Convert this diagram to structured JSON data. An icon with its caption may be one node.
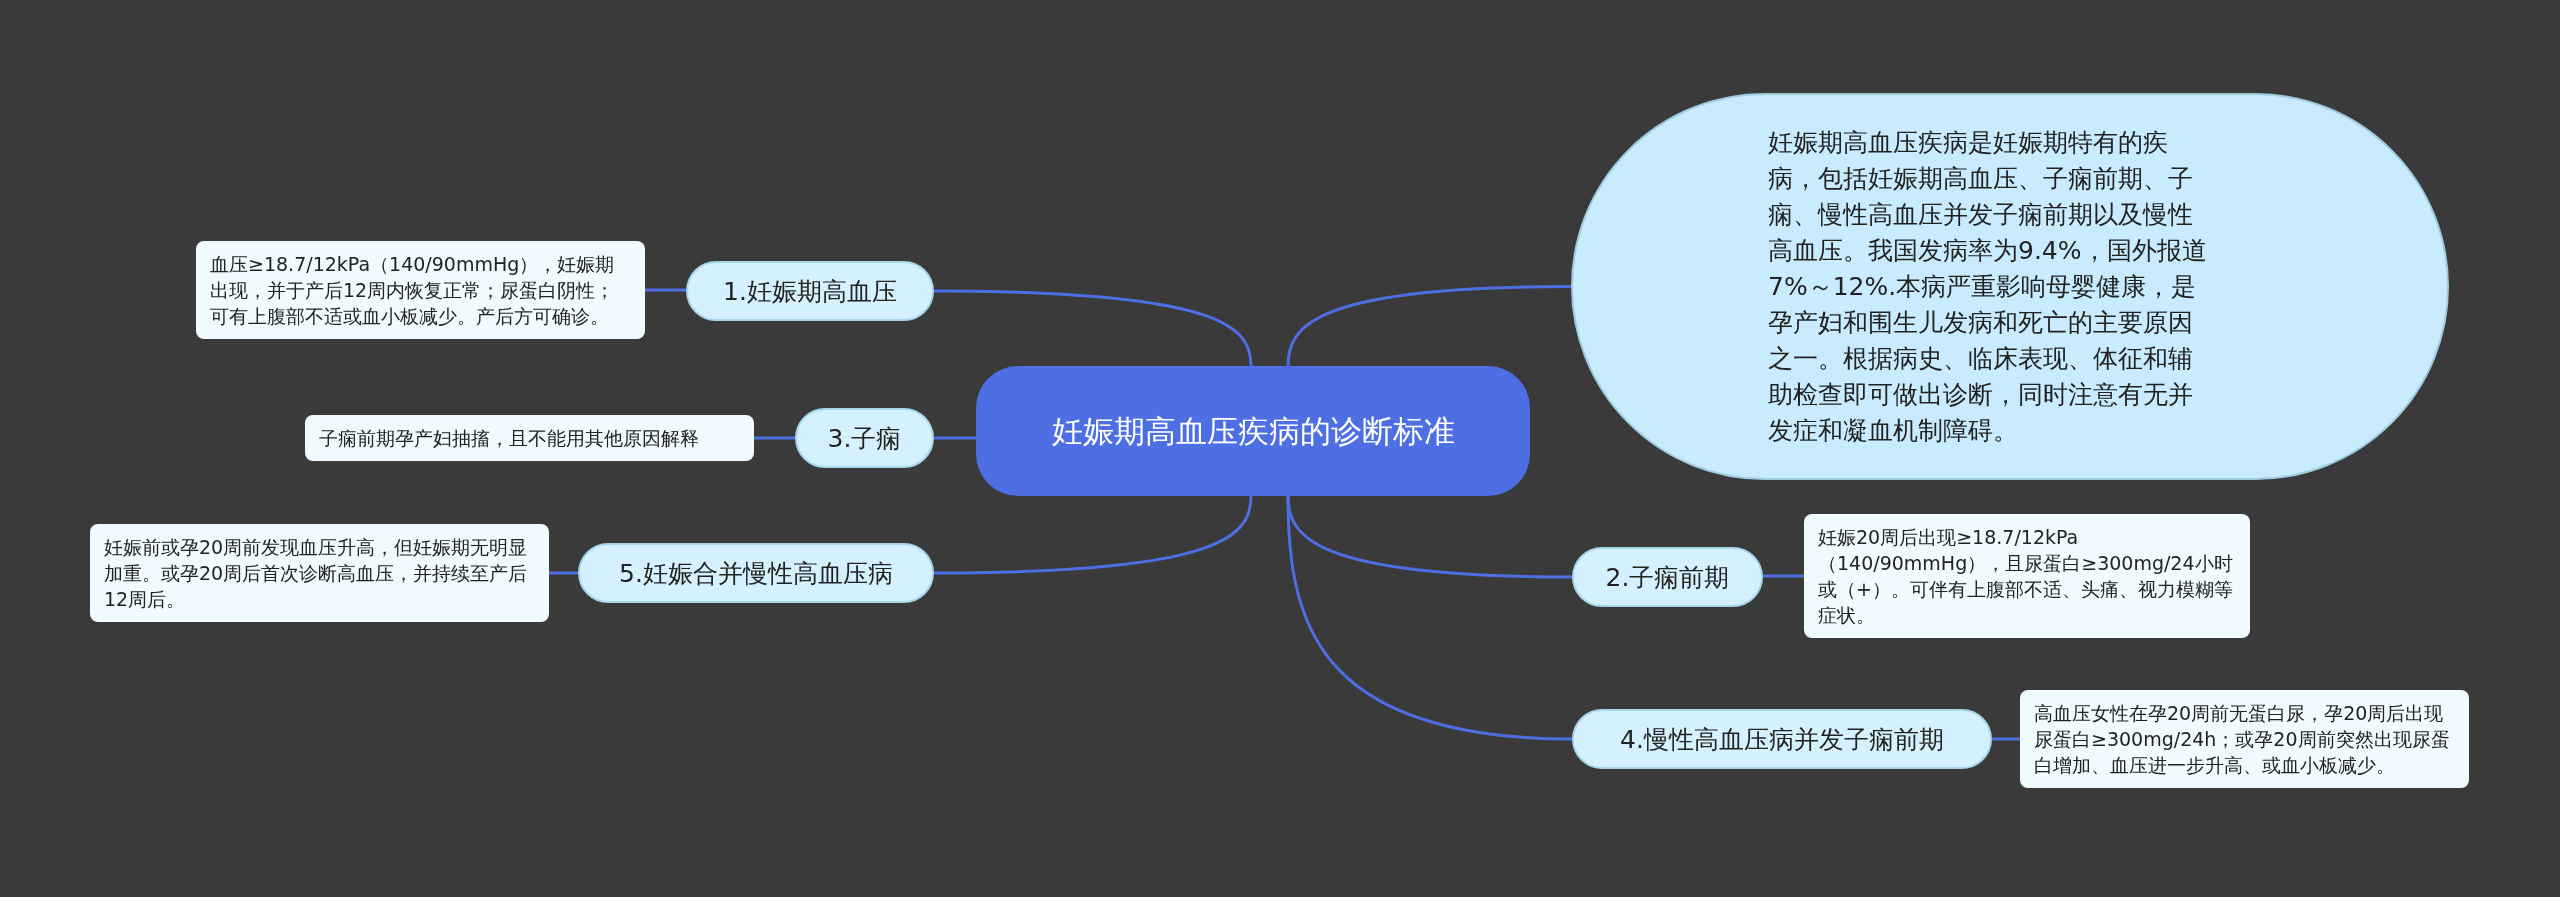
{
  "diagram": {
    "nodes": [
      {
        "text": [
          "妊娠期高血压疾病的诊断标准"
        ]
      },
      {
        "text": [
          "妊娠期高血压疾病是妊娠期特有的疾病，包括妊娠期高血压、子痫前期、子痫、慢性高血压并发子痫前期以及慢性高血压。我国发病率为9.4%，国外报道7%～12%.本病严重影响母婴健康，是孕产妇和围生儿发病和死亡的主要原因之一。根据病史、临床表现、体征和辅助检查即可做出诊断，同时注意有无并发症和凝血机制障碍。"
        ]
      },
      {
        "text": [
          "1.妊娠期高血压"
        ]
      },
      {
        "text": [
          "血压≥18.7/12kPa（140/90mmHg），妊娠期出现，并于产后12周内恢复正常；尿蛋白阴性；可有上腹部不适或血小板减少。产后方可确诊。"
        ]
      },
      {
        "text": [
          "3.子痫"
        ]
      },
      {
        "text": [
          "子痫前期孕产妇抽搐，且不能用其他原因解释"
        ]
      },
      {
        "text": [
          "5.妊娠合并慢性高血压病"
        ]
      },
      {
        "text": [
          "妊娠前或孕20周前发现血压升高，但妊娠期无明显加重。或孕20周后首次诊断高血压，并持续至产后12周后。"
        ]
      },
      {
        "text": [
          "2.子痫前期"
        ]
      },
      {
        "text": [
          "妊娠20周后出现≥18.7/12kPa（140/90mmHg），且尿蛋白≥300mg/24小时或（+）。可伴有上腹部不适、头痛、视力模糊等症状。"
        ]
      },
      {
        "text": [
          "4.慢性高血压病并发子痫前期"
        ]
      },
      {
        "text": [
          "高血压女性在孕20周前无蛋白尿，孕20周后出现尿蛋白≥300mg/24h；或孕20周前突然出现尿蛋白增加、血压进一步升高、或血小板减少。"
        ]
      }
    ],
    "edges": [
      {
        "from": 0,
        "to": 1,
        "arrow": "none"
      },
      {
        "from": 0,
        "to": 2,
        "arrow": "none"
      },
      {
        "from": 2,
        "to": 3,
        "arrow": "none"
      },
      {
        "from": 0,
        "to": 4,
        "arrow": "none"
      },
      {
        "from": 4,
        "to": 5,
        "arrow": "none"
      },
      {
        "from": 0,
        "to": 6,
        "arrow": "none"
      },
      {
        "from": 6,
        "to": 7,
        "arrow": "none"
      },
      {
        "from": 0,
        "to": 8,
        "arrow": "none"
      },
      {
        "from": 8,
        "to": 9,
        "arrow": "none"
      },
      {
        "from": 0,
        "to": 10,
        "arrow": "none"
      },
      {
        "from": 10,
        "to": 11,
        "arrow": "none"
      }
    ]
  }
}
